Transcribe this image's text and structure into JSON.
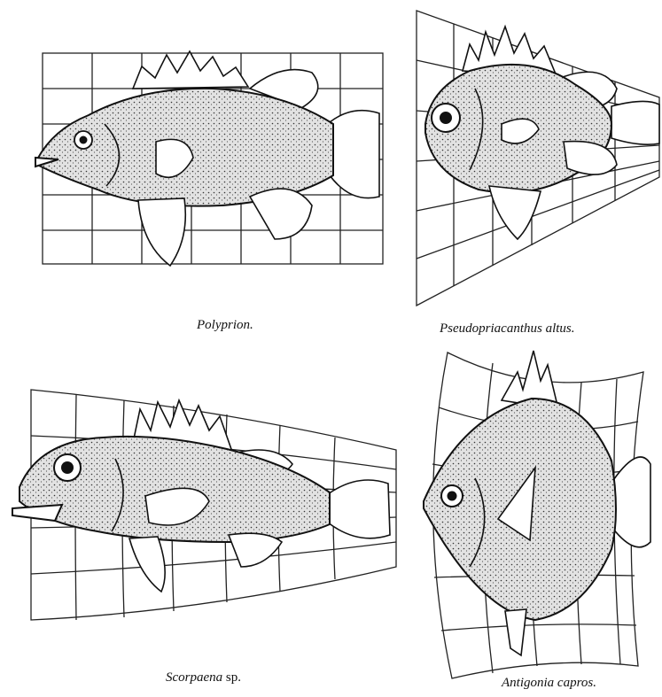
{
  "figures": [
    {
      "caption": "Polyprion.",
      "caption_italic": "Polyprion.",
      "caption_roman": ""
    },
    {
      "caption": "Pseudopriacanthus altus.",
      "caption_italic": "Pseudopriacanthus altus.",
      "caption_roman": ""
    },
    {
      "caption": "Scorpaena sp.",
      "caption_italic": "Scorpaena",
      "caption_roman": " sp."
    },
    {
      "caption": "Antigonia capros.",
      "caption_italic": "Antigonia capros.",
      "caption_roman": ""
    }
  ],
  "colors": {
    "ink": "#111111",
    "paper": "#ffffff",
    "stipple": "#9a9a9a"
  }
}
